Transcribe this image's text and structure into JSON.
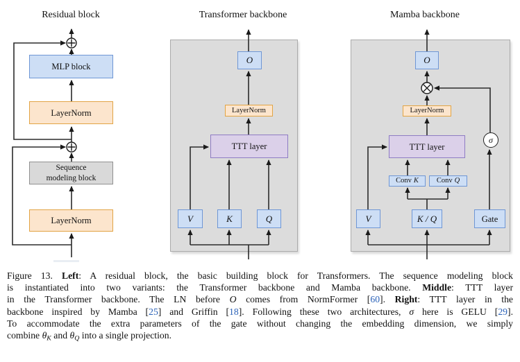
{
  "diagram": {
    "left": {
      "title": "Residual block",
      "mlp_label": "MLP block",
      "layernorm_top_label": "LayerNorm",
      "seq_line1": "Sequence",
      "seq_line2": "modeling block",
      "layernorm_bottom_label": "LayerNorm",
      "add_symbol": "⊕"
    },
    "middle": {
      "title": "Transformer backbone",
      "o_label": "O",
      "layernorm_label": "LayerNorm",
      "ttt_label": "TTT layer",
      "v_label": "V",
      "k_label": "K",
      "q_label": "Q"
    },
    "right": {
      "title": "Mamba backbone",
      "o_label": "O",
      "multiply_symbol": "⊗",
      "layernorm_label": "LayerNorm",
      "ttt_label": "TTT layer",
      "sigma_label": "σ",
      "conv_prefix": "Conv",
      "conv_k_symbol": "K",
      "conv_q_symbol": "Q",
      "v_label": "V",
      "kq_label": "K / Q",
      "gate_label": "Gate"
    }
  },
  "colors": {
    "blue_fill": "#cddef5",
    "blue_border": "#6e96d5",
    "orange_fill": "#fce5cd",
    "orange_border": "#e2a444",
    "purple_fill": "#dbd0e9",
    "purple_border": "#8e7cc3",
    "gray_fill": "#d9d9d9",
    "gray_border": "#909090",
    "panel_fill": "#dcdcdc",
    "panel_border": "#ababab",
    "line": "#2b2b2b",
    "citation_blue": "#2b62b8"
  },
  "caption": {
    "lines": [
      [
        {
          "t": "Figure 13. "
        },
        {
          "t": "Left",
          "b": true
        },
        {
          "t": ": A residual block, the basic building block for Transformers.  The sequence modeling block"
        }
      ],
      [
        {
          "t": "is instantiated into two variants:  the Transformer backbone and Mamba backbone.  "
        },
        {
          "t": "Middle",
          "b": true
        },
        {
          "t": ":  TTT layer"
        }
      ],
      [
        {
          "t": "in the Transformer backbone.  The LN before "
        },
        {
          "t": "O",
          "i": true
        },
        {
          "t": " comes from NormFormer ["
        },
        {
          "t": "60",
          "c": true
        },
        {
          "t": "].  "
        },
        {
          "t": "Right",
          "b": true
        },
        {
          "t": ": TTT layer in the"
        }
      ],
      [
        {
          "t": "backbone inspired by Mamba ["
        },
        {
          "t": "25",
          "c": true
        },
        {
          "t": "] and Griffin ["
        },
        {
          "t": "18",
          "c": true
        },
        {
          "t": "].  Following these two architectures, "
        },
        {
          "t": "σ",
          "i": true
        },
        {
          "t": " here is GELU ["
        },
        {
          "t": "29",
          "c": true
        },
        {
          "t": "]."
        }
      ],
      [
        {
          "t": "To accommodate the extra parameters of the gate without changing the embedding dimension, we simply"
        }
      ],
      [
        {
          "t": "combine "
        },
        {
          "t": "θ",
          "i": true
        },
        {
          "t": "K",
          "sub": true
        },
        {
          "t": " and "
        },
        {
          "t": "θ",
          "i": true
        },
        {
          "t": "Q",
          "sub": true
        },
        {
          "t": " into a single projection."
        }
      ]
    ]
  }
}
